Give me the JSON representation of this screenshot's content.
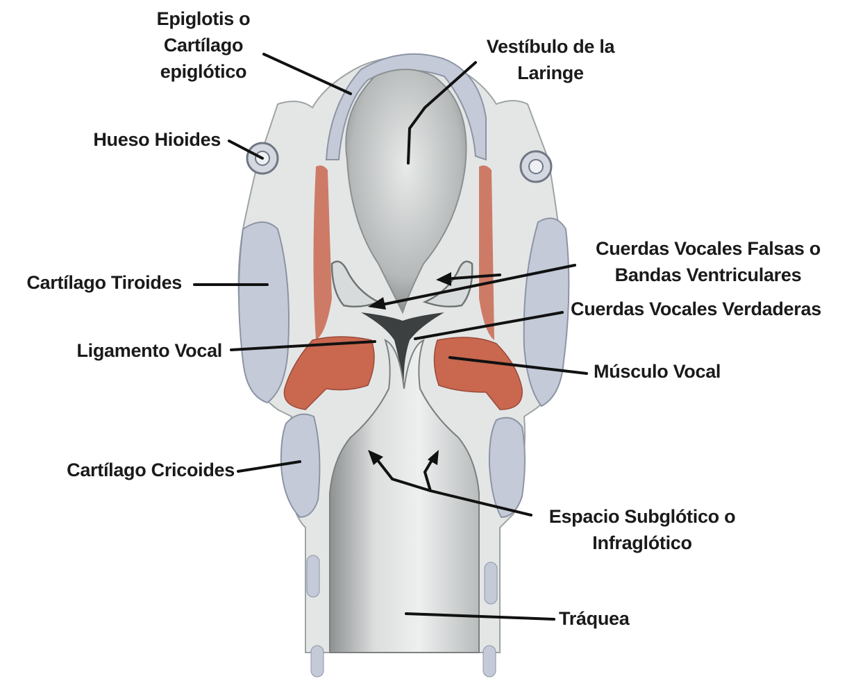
{
  "labels": {
    "epiglotis": [
      "Epiglotis o",
      "Cartílago",
      "epiglótico"
    ],
    "vestibulo": [
      "Vestíbulo de la",
      "Laringe"
    ],
    "hioides": "Hueso Hioides",
    "tiroides": "Cartílago Tiroides",
    "falsas": [
      "Cuerdas Vocales Falsas o",
      "Bandas Ventriculares"
    ],
    "verdaderas": "Cuerdas Vocales Verdaderas",
    "ligamento": "Ligamento Vocal",
    "musculo": "Músculo Vocal",
    "cricoides": "Cartílago Cricoides",
    "subglotico": [
      "Espacio Subglótico o",
      "Infraglótico"
    ],
    "traquea": "Tráquea"
  },
  "colors": {
    "tissue": "#e4e6e6",
    "cartilage": "#c4cad8",
    "muscle": "#c9674f",
    "lumen": "#8c9090",
    "leader": "#111111"
  }
}
